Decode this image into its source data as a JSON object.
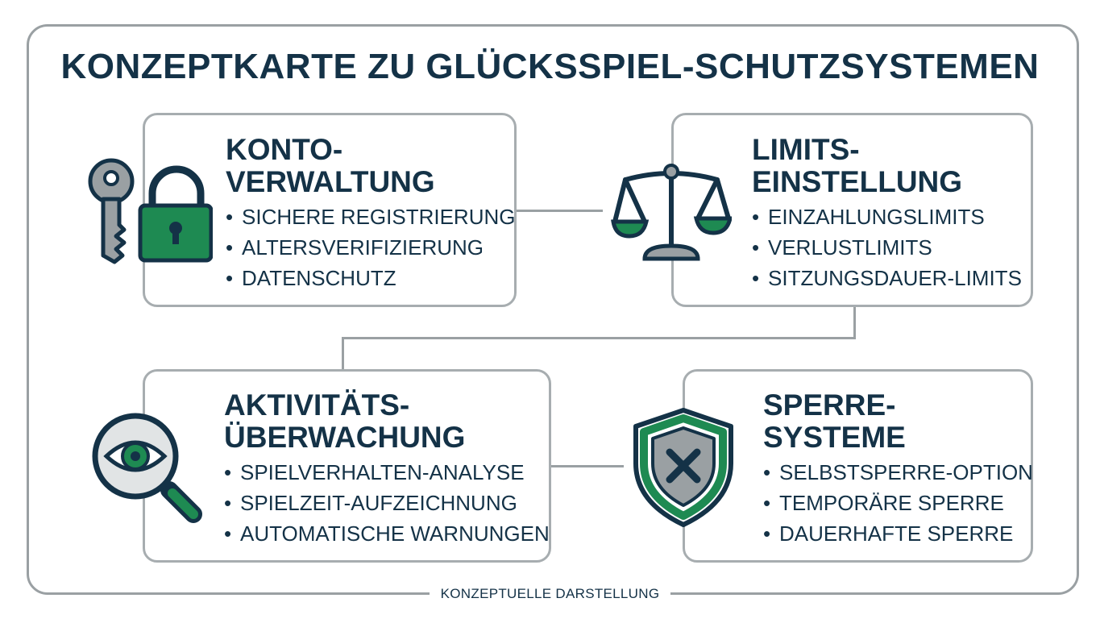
{
  "title": "KONZEPTKARTE ZU GLÜCKSSPIEL-SCHUTZSYSTEMEN",
  "footer": "KONZEPTUELLE DARSTELLUNG",
  "colors": {
    "navy": "#143247",
    "green": "#1e8a52",
    "border": "#a7adb0"
  },
  "nodes": [
    {
      "icon": "key-lock-icon",
      "title_lines": [
        "KONTO-",
        "VERWALTUNG"
      ],
      "items": [
        "SICHERE REGISTRIERUNG",
        "ALTERSVERIFIZIERUNG",
        "DATENSCHUTZ"
      ]
    },
    {
      "icon": "scales-icon",
      "title_lines": [
        "LIMITS-",
        "EINSTELLUNG"
      ],
      "items": [
        "EINZAHLUNGSLIMITS",
        "VERLUSTLIMITS",
        "SITZUNGSDAUER-LIMITS"
      ]
    },
    {
      "icon": "magnifier-eye-icon",
      "title_lines": [
        "AKTIVITÄTS-",
        "ÜBERWACHUNG"
      ],
      "items": [
        "SPIELVERHALTEN-ANALYSE",
        "SPIELZEIT-AUFZEICHNUNG",
        "AUTOMATISCHE WARNUNGEN"
      ]
    },
    {
      "icon": "shield-x-icon",
      "title_lines": [
        "SPERRE-",
        "SYSTEME"
      ],
      "items": [
        "SELBSTSPERRE-OPTION",
        "TEMPORÄRE SPERRE",
        "DAUERHAFTE SPERRE"
      ]
    }
  ]
}
